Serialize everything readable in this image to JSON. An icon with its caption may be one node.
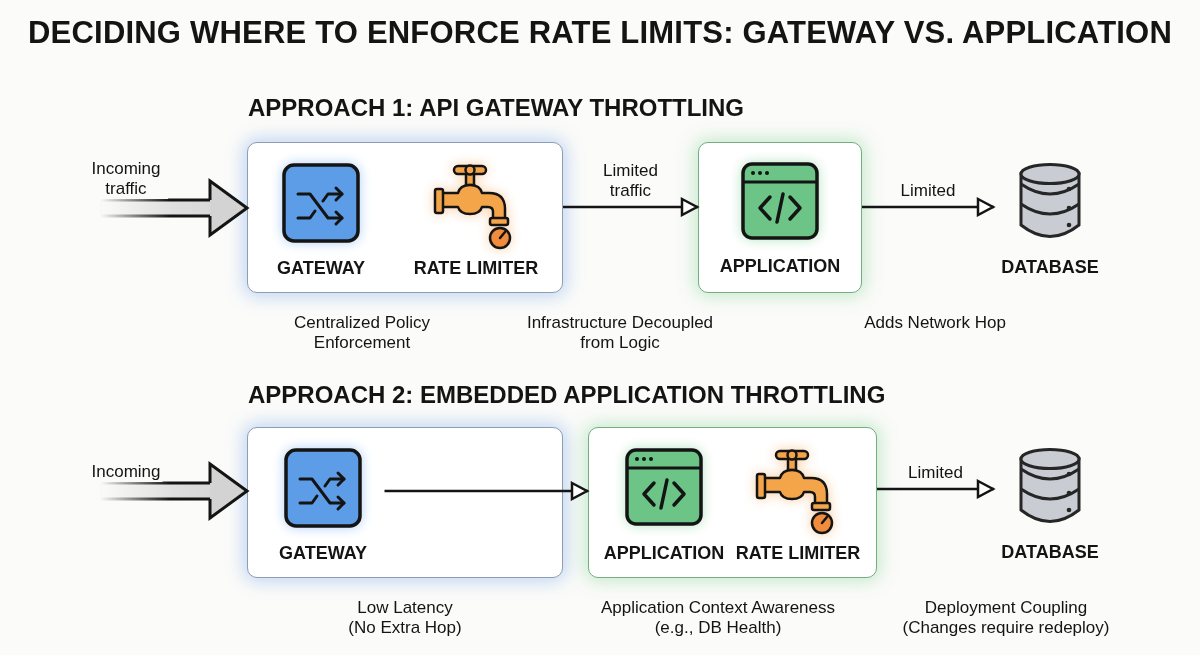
{
  "diagram": {
    "title": "DECIDING WHERE TO ENFORCE RATE LIMITS: GATEWAY VS. APPLICATION",
    "nodes": [
      {
        "text": [],
        "shape": "box"
      },
      {
        "text": [
          "GATEWAY"
        ],
        "in": 0
      },
      {
        "text": [
          "RATE LIMITER"
        ],
        "in": 0
      },
      {
        "text": [
          "APPLICATION"
        ]
      },
      {
        "text": [
          "DATABASE"
        ]
      },
      {
        "text": [],
        "shape": "box"
      },
      {
        "text": [
          "GATEWAY"
        ],
        "in": 5
      },
      {
        "text": [],
        "shape": "box"
      },
      {
        "text": [
          "APPLICATION"
        ],
        "in": 7
      },
      {
        "text": [
          "RATE LIMITER"
        ],
        "in": 7
      },
      {
        "text": [
          "DATABASE"
        ]
      }
    ],
    "edges": [
      {
        "from": null,
        "to": 0,
        "arrow": "to",
        "label": "Incoming traffic",
        "style": "thick"
      },
      {
        "from": 0,
        "to": 3,
        "arrow": "to",
        "label": "Limited traffic"
      },
      {
        "from": 3,
        "to": 4,
        "arrow": "to",
        "label": "Limited"
      },
      {
        "from": null,
        "to": 5,
        "arrow": "to",
        "label": "Incoming",
        "style": "thick"
      },
      {
        "from": 6,
        "to": 7,
        "arrow": "to"
      },
      {
        "from": 7,
        "to": 10,
        "arrow": "to",
        "label": "Limited"
      }
    ],
    "labels": [
      "APPROACH 1: API GATEWAY THROTTLING",
      "Centralized Policy Enforcement",
      "Infrastructure Decoupled from Logic",
      "Adds Network Hop",
      "APPROACH 2: EMBEDDED APPLICATION THROTTLING",
      "Low Latency (No Extra Hop)",
      "Application Context Awareness (e.g., DB Health)",
      "Deployment Coupling (Changes require redeploy)"
    ]
  }
}
